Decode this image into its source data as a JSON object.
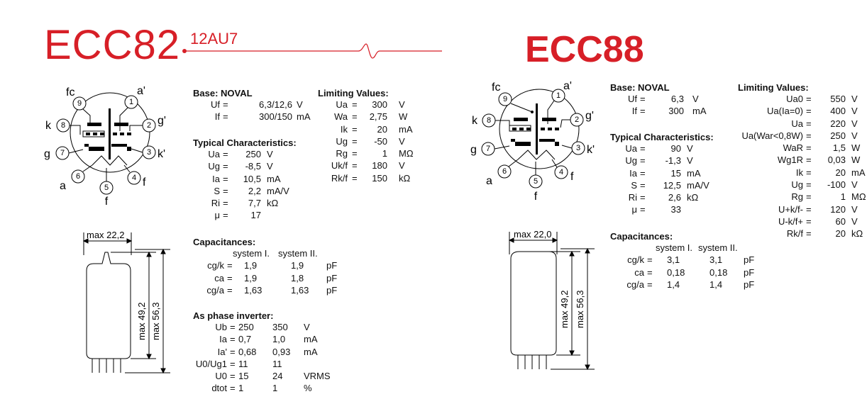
{
  "ecc82": {
    "title": "ECC82",
    "alt": "12AU7",
    "base_title": "Base: NOVAL",
    "base": [
      {
        "sym": "Uf",
        "eq": "=",
        "val": "6,3/12,6",
        "unit": "V"
      },
      {
        "sym": "If",
        "eq": "=",
        "val": "300/150",
        "unit": "mA"
      }
    ],
    "typical_title": "Typical Characteristics:",
    "typical": [
      {
        "sym": "Ua",
        "eq": "=",
        "val": "250",
        "unit": "V"
      },
      {
        "sym": "Ug",
        "eq": "=",
        "val": "-8,5",
        "unit": "V"
      },
      {
        "sym": "Ia",
        "eq": "=",
        "val": "10,5",
        "unit": "mA"
      },
      {
        "sym": "S",
        "eq": "=",
        "val": "2,2",
        "unit": "mA/V"
      },
      {
        "sym": "Ri",
        "eq": "=",
        "val": "7,7",
        "unit": "kΩ"
      },
      {
        "sym": "μ",
        "eq": "=",
        "val": "17",
        "unit": ""
      }
    ],
    "limiting_title": "Limiting Values:",
    "limiting": [
      {
        "sym": "Ua",
        "eq": "=",
        "val": "300",
        "unit": "V"
      },
      {
        "sym": "Wa",
        "eq": "=",
        "val": "2,75",
        "unit": "W"
      },
      {
        "sym": "Ik",
        "eq": "=",
        "val": "20",
        "unit": "mA"
      },
      {
        "sym": "Ug",
        "eq": "=",
        "val": "-50",
        "unit": "V"
      },
      {
        "sym": "Rg",
        "eq": "=",
        "val": "1",
        "unit": "MΩ"
      },
      {
        "sym": "Uk/f",
        "eq": "=",
        "val": "180",
        "unit": "V"
      },
      {
        "sym": "Rk/f",
        "eq": "=",
        "val": "150",
        "unit": "kΩ"
      }
    ],
    "cap_title": "Capacitances:",
    "cap_headers": [
      "system I.",
      "system II."
    ],
    "cap": [
      {
        "sym": "cg/k",
        "eq": "=",
        "v1": "1,9",
        "v2": "1,9",
        "unit": "pF"
      },
      {
        "sym": "ca",
        "eq": "=",
        "v1": "1,9",
        "v2": "1,8",
        "unit": "pF"
      },
      {
        "sym": "cg/a",
        "eq": "=",
        "v1": "1,63",
        "v2": "1,63",
        "unit": "pF"
      }
    ],
    "phase_title": "As phase inverter:",
    "phase": [
      {
        "sym": "Ub",
        "eq": "=",
        "v1": "250",
        "v2": "350",
        "unit": "V"
      },
      {
        "sym": "Ia",
        "eq": "=",
        "v1": "0,7",
        "v2": "1,0",
        "unit": "mA"
      },
      {
        "sym": "Ia'",
        "eq": "=",
        "v1": "0,68",
        "v2": "0,93",
        "unit": "mA"
      },
      {
        "sym": "U0/Ug1",
        "eq": "=",
        "v1": "11",
        "v2": "11",
        "unit": ""
      },
      {
        "sym": "U0",
        "eq": "=",
        "v1": "15",
        "v2": "24",
        "unit": "VRMS"
      },
      {
        "sym": "dtot",
        "eq": "=",
        "v1": "1",
        "v2": "1",
        "unit": "%"
      }
    ],
    "pins": {
      "fc": "fc",
      "p9": "9",
      "a1": "a'",
      "p1": "1",
      "gp": "g'",
      "p2": "2",
      "kp": "k'",
      "p3": "3",
      "k": "k",
      "p8": "8",
      "g": "g",
      "p7": "7",
      "a": "a",
      "p6": "6",
      "p5": "5",
      "p4": "4",
      "f4": "f",
      "f5": "f"
    },
    "dims": {
      "width": "max 22,2",
      "h1": "max 49,2",
      "h2": "max 56,3"
    }
  },
  "ecc88": {
    "title": "ECC88",
    "base_title": "Base: NOVAL",
    "base": [
      {
        "sym": "Uf",
        "eq": "=",
        "val": "6,3",
        "unit": "V"
      },
      {
        "sym": "If",
        "eq": "=",
        "val": "300",
        "unit": "mA"
      }
    ],
    "typical_title": "Typical Characteristics:",
    "typical": [
      {
        "sym": "Ua",
        "eq": "=",
        "val": "90",
        "unit": "V"
      },
      {
        "sym": "Ug",
        "eq": "=",
        "val": "-1,3",
        "unit": "V"
      },
      {
        "sym": "Ia",
        "eq": "=",
        "val": "15",
        "unit": "mA"
      },
      {
        "sym": "S",
        "eq": "=",
        "val": "12,5",
        "unit": "mA/V"
      },
      {
        "sym": "Ri",
        "eq": "=",
        "val": "2,6",
        "unit": "kΩ"
      },
      {
        "sym": "μ",
        "eq": "=",
        "val": "33",
        "unit": ""
      }
    ],
    "limiting_title": "Limiting Values:",
    "limiting": [
      {
        "sym": "Ua0",
        "eq": "=",
        "val": "550",
        "unit": "V"
      },
      {
        "sym": "Ua(Ia=0)",
        "eq": "=",
        "val": "400",
        "unit": "V"
      },
      {
        "sym": "Ua",
        "eq": "=",
        "val": "220",
        "unit": "V"
      },
      {
        "sym": "Ua(War<0,8W)",
        "eq": "=",
        "val": "250",
        "unit": "V"
      },
      {
        "sym": "WaR",
        "eq": "=",
        "val": "1,5",
        "unit": "W"
      },
      {
        "sym": "Wg1R",
        "eq": "=",
        "val": "0,03",
        "unit": "W"
      },
      {
        "sym": "Ik",
        "eq": "=",
        "val": "20",
        "unit": "mA"
      },
      {
        "sym": "Ug",
        "eq": "=",
        "val": "-100",
        "unit": "V"
      },
      {
        "sym": "Rg",
        "eq": "=",
        "val": "1",
        "unit": "MΩ"
      },
      {
        "sym": "U+k/f-",
        "eq": "=",
        "val": "120",
        "unit": "V"
      },
      {
        "sym": "U-k/f+",
        "eq": "=",
        "val": "60",
        "unit": "V"
      },
      {
        "sym": "Rk/f",
        "eq": "=",
        "val": "20",
        "unit": "kΩ"
      }
    ],
    "cap_title": "Capacitances:",
    "cap_headers": [
      "system I.",
      "system II."
    ],
    "cap": [
      {
        "sym": "cg/k",
        "eq": "=",
        "v1": "3,1",
        "v2": "3,1",
        "unit": "pF"
      },
      {
        "sym": "ca",
        "eq": "=",
        "v1": "0,18",
        "v2": "0,18",
        "unit": "pF"
      },
      {
        "sym": "cg/a",
        "eq": "=",
        "v1": "1,4",
        "v2": "1,4",
        "unit": "pF"
      }
    ],
    "pins": {
      "fc": "fc",
      "p9": "9",
      "a1": "a'",
      "p1": "1",
      "gp": "g'",
      "p2": "2",
      "kp": "k'",
      "p3": "3",
      "k": "k",
      "p8": "8",
      "g": "g",
      "p7": "7",
      "a": "a",
      "p6": "6",
      "p5": "5",
      "p4": "4",
      "f4": "f",
      "f5": "f"
    },
    "dims": {
      "width": "max 22,0",
      "h1": "max 49,2",
      "h2": "max 56,3"
    }
  }
}
